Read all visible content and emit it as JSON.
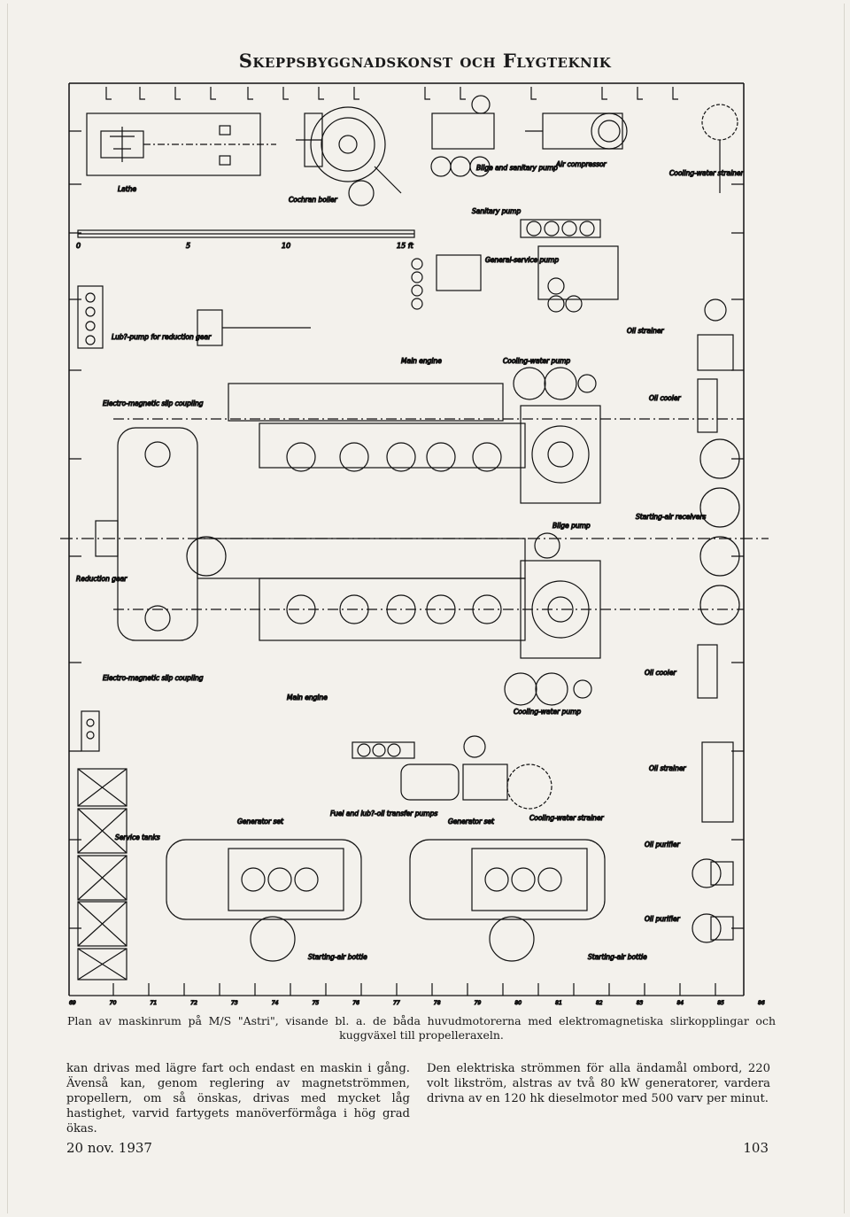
{
  "header": {
    "title": "Skeppsbyggnadskonst och Flygteknik"
  },
  "drawing": {
    "labels": {
      "lathe": "Lathe",
      "cochran_boiler": "Cochran boiler",
      "bilge_sanitary": "Bilge and sanitary pump",
      "air_compressor": "Air compressor",
      "cooling_water_strainer_top": "Cooling-water strainer",
      "sanitary_pump": "Sanitary pump",
      "general_service_pump": "General-service pump",
      "lub_pump": "Lub?-pump for reduction gear",
      "oil_strainer_top": "Oil strainer",
      "main_engine_top": "Main engine",
      "cooling_water_pump_top": "Cooling-water pump",
      "oil_cooler_top": "Oil cooler",
      "em_slip_top": "Electro-magnetic slip coupling",
      "starting_air_receivers": "Starting-air receivers",
      "bilge_pump": "Bilge pump",
      "reduction_gear": "Reduction gear",
      "oil_cooler_bottom": "Oil cooler",
      "em_slip_bottom": "Electro-magnetic slip coupling",
      "main_engine_bottom": "Main engine",
      "cooling_water_pump_bottom": "Cooling-water pump",
      "oil_strainer_bottom": "Oil strainer",
      "generator_set_left": "Generator set",
      "fuel_lub_pumps": "Fuel and lub?-oil transfer pumps",
      "generator_set_right": "Generator set",
      "cooling_water_strainer_bottom": "Cooling-water strainer",
      "service_tanks": "Service tanks",
      "oil_purifier_1": "Oil purifier",
      "oil_purifier_2": "Oil purifier",
      "starting_air_bottle_left": "Starting-air bottle",
      "starting_air_bottle_right": "Starting-air bottle"
    },
    "scale": {
      "zero": "0",
      "five": "5",
      "ten": "10",
      "fifteen": "15 ft"
    },
    "frames": [
      "69",
      "70",
      "71",
      "72",
      "73",
      "74",
      "75",
      "76",
      "77",
      "78",
      "79",
      "80",
      "81",
      "82",
      "83",
      "84",
      "85",
      "86"
    ]
  },
  "caption": "Plan av maskinrum på M/S \"Astri\", visande bl. a. de båda huvudmotorerna med elektromagnetiska slirkopplingar och kuggväxel till propelleraxeln.",
  "body": {
    "left": "kan drivas med lägre fart och endast en maskin i gång. Ävenså kan, genom reglering av magnetströmmen, propellern, om så önskas, drivas med mycket låg hastighet, varvid fartygets manöverförmåga i hög grad ökas.",
    "right": "Den elektriska strömmen för alla ändamål ombord, 220 volt likström, alstras av två 80 kW generatorer, vardera drivna av en 120 hk dieselmotor med 500 varv per minut."
  },
  "footer": {
    "date": "20 nov. 1937",
    "page": "103"
  }
}
